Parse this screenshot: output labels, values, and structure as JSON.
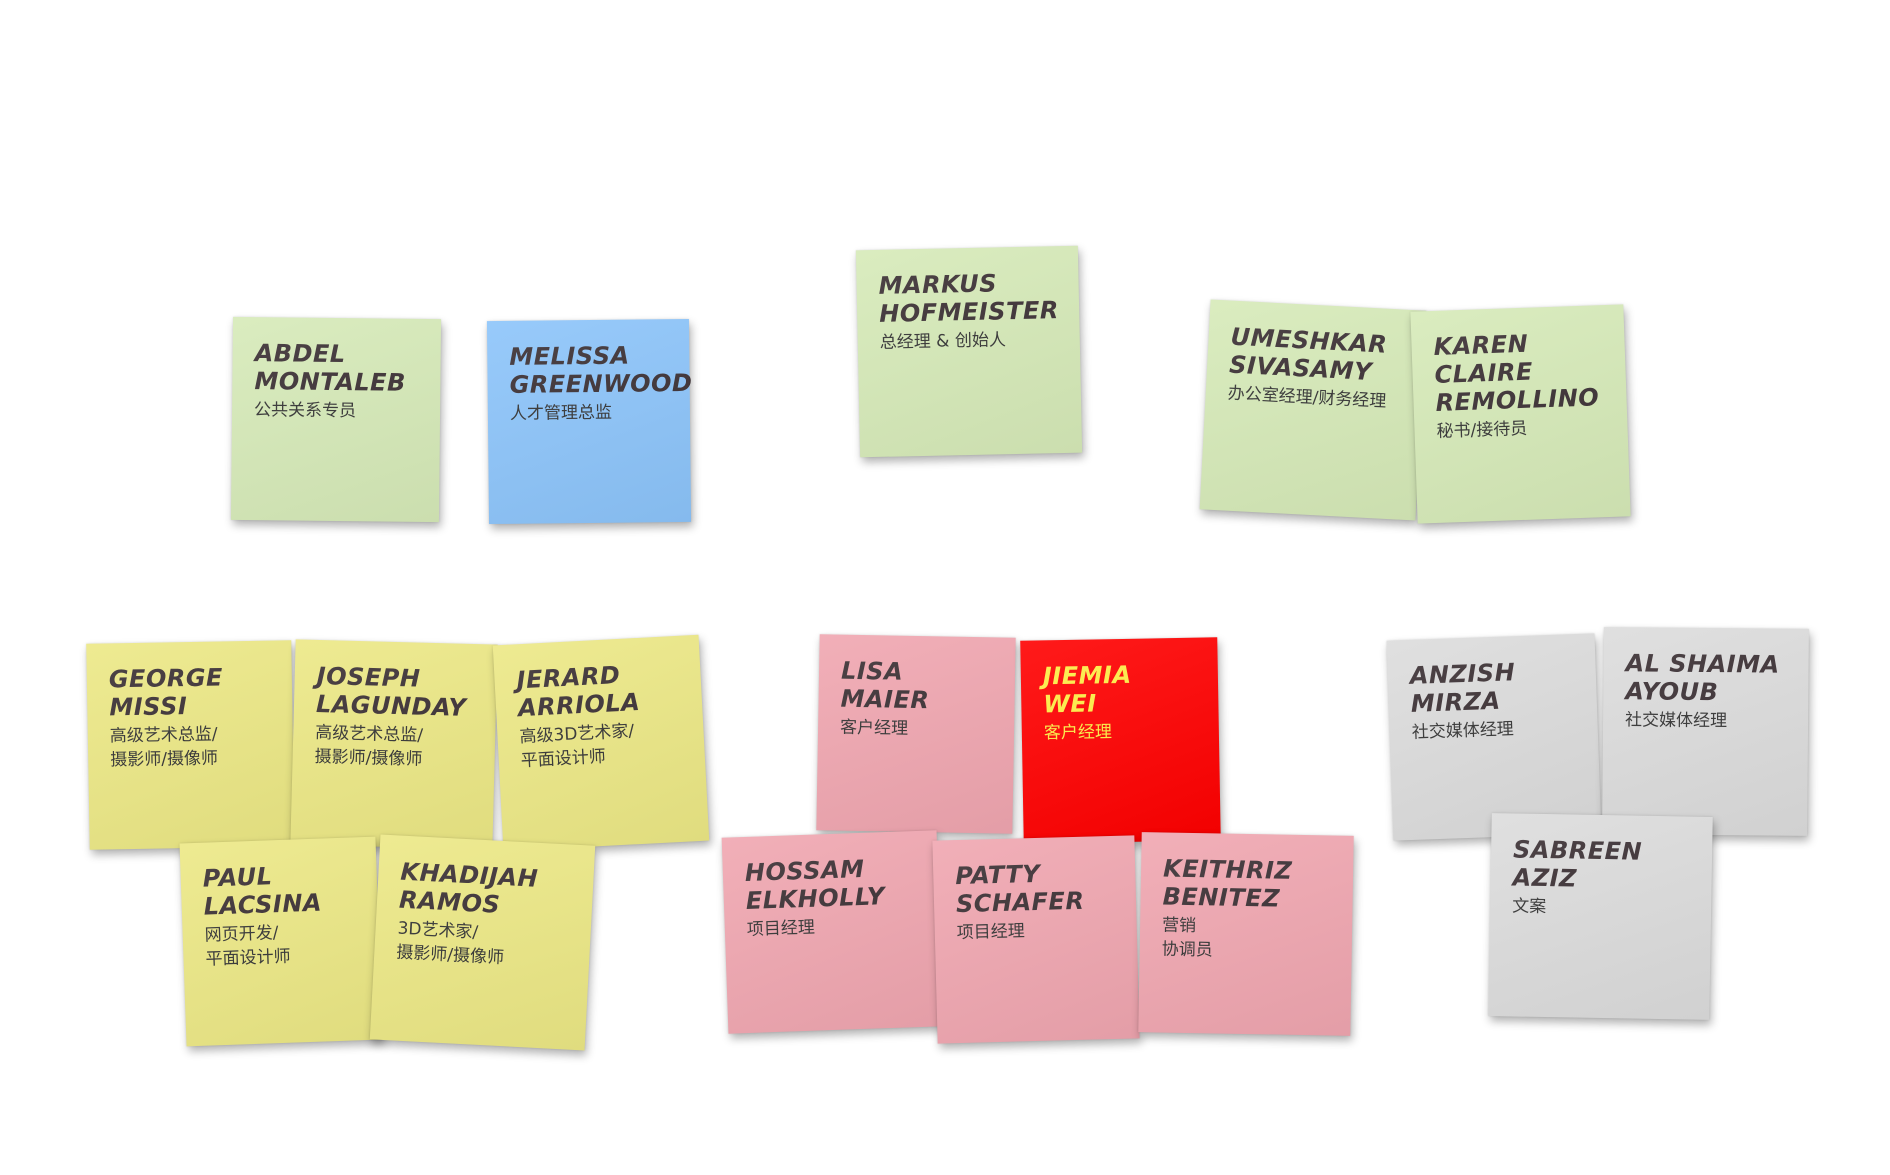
{
  "colors": {
    "green": "#d6eab8",
    "blue": "#8cc4fa",
    "yellow": "#ece885",
    "pink": "#f0a6b0",
    "red": "#ff0000",
    "red_text": "#ffee44",
    "gray": "#dcdcdc"
  },
  "notes": [
    {
      "name": "Abdel\nMontaleb",
      "role": "公共关系专员",
      "color": "green"
    },
    {
      "name": "Melissa\nGreenwood",
      "role": "人才管理总监",
      "color": "blue"
    },
    {
      "name": "Markus\nHofmeister",
      "role": "总经理 & 创始人",
      "color": "green"
    },
    {
      "name": "Umeshkar\nSivasamy",
      "role": "办公室经理/财务经理",
      "color": "green"
    },
    {
      "name": "Karen Claire\nRemollino",
      "role": "秘书/接待员",
      "color": "green"
    },
    {
      "name": "George\nMissi",
      "role": "高级艺术总监/\n摄影师/摄像师",
      "color": "yellow"
    },
    {
      "name": "Joseph\nLagunday",
      "role": "高级艺术总监/\n摄影师/摄像师",
      "color": "yellow"
    },
    {
      "name": "Jerard\nArriola",
      "role": "高级3D艺术家/\n平面设计师",
      "color": "yellow"
    },
    {
      "name": "Paul\nLacsina",
      "role": "网页开发/\n平面设计师",
      "color": "yellow"
    },
    {
      "name": "Khadijah\nRamos",
      "role": "3D艺术家/\n摄影师/摄像师",
      "color": "yellow"
    },
    {
      "name": "Lisa\nMaier",
      "role": "客户经理",
      "color": "pink"
    },
    {
      "name": "Jiemia\nWei",
      "role": "客户经理",
      "color": "red"
    },
    {
      "name": "Hossam\nElkholly",
      "role": "项目经理",
      "color": "pink"
    },
    {
      "name": "Patty\nSchafer",
      "role": "项目经理",
      "color": "pink"
    },
    {
      "name": "Keithriz\nBenitez",
      "role": "营销\n协调员",
      "color": "pink"
    },
    {
      "name": "Anzish\nMirza",
      "role": "社交媒体经理",
      "color": "gray"
    },
    {
      "name": "Al Shaima\nAyoub",
      "role": "社交媒体经理",
      "color": "gray"
    },
    {
      "name": "Sabreen\nAziz",
      "role": "文案",
      "color": "gray"
    }
  ]
}
